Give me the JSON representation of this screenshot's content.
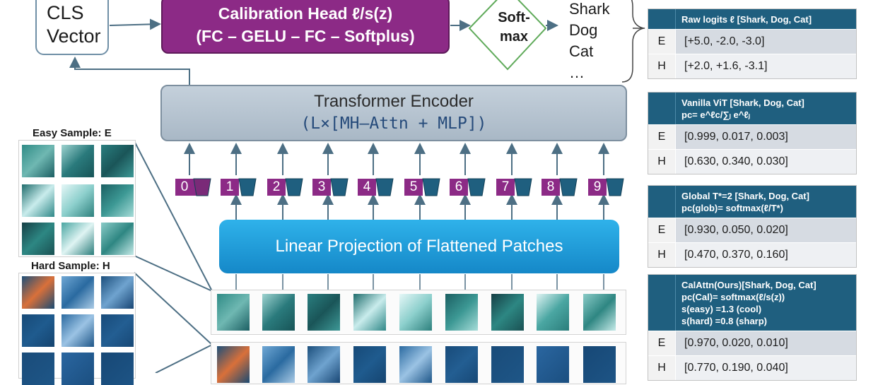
{
  "cls_box": {
    "line1": "CLS",
    "line2": "Vector"
  },
  "calibration_head": {
    "line1": "Calibration Head ℓ/s(z)",
    "line2": "(FC – GELU – FC – Softplus)"
  },
  "softmax": {
    "line1": "Soft-",
    "line2": "max"
  },
  "classes": [
    "Shark",
    "Dog",
    "Cat",
    "…"
  ],
  "encoder": {
    "title": "Transformer Encoder",
    "subtitle": "(L×[MH–Attn + MLP])"
  },
  "linear_projection": "Linear Projection of Flattened Patches",
  "tokens": [
    "0",
    "1",
    "2",
    "3",
    "4",
    "5",
    "6",
    "7",
    "8",
    "9"
  ],
  "cls_token_marker": "*",
  "easy_sample_label": "Easy Sample: E",
  "hard_sample_label": "Hard Sample: H",
  "tables": [
    {
      "header_line1": "Raw logits ℓ [Shark, Dog, Cat]",
      "rows": [
        {
          "key": "E",
          "value": "[+5.0, -2.0, -3.0]"
        },
        {
          "key": "H",
          "value": "[+2.0, +1.6, -3.1]"
        }
      ]
    },
    {
      "header_line1": "Vanilla ViT [Shark, Dog, Cat]",
      "header_line2": "pᴄ= e^ℓc/∑ⱼ e^ℓⱼ",
      "rows": [
        {
          "key": "E",
          "value": "[0.999, 0.017, 0.003]"
        },
        {
          "key": "H",
          "value": "[0.630, 0.340, 0.030]"
        }
      ]
    },
    {
      "header_line1": "Global T*=2  [Shark, Dog, Cat]",
      "header_line2": "pᴄ(glob)= softmax(ℓ/T*)",
      "rows": [
        {
          "key": "E",
          "value": "[0.930, 0.050, 0.020]"
        },
        {
          "key": "H",
          "value": "[0.470, 0.370, 0.160]"
        }
      ]
    },
    {
      "header_line1": "CalAttn(Ours)[Shark, Dog, Cat]",
      "header_line2": "pᴄ(Cal)= softmax(ℓ/s(z))",
      "header_line3": "s(easy) =1.3 (cool)",
      "header_line4": "s(hard) =0.8 (sharp)",
      "rows": [
        {
          "key": "E",
          "value": "[0.970, 0.020, 0.010]"
        },
        {
          "key": "H",
          "value": "[0.770, 0.190, 0.040]"
        }
      ]
    }
  ],
  "colors": {
    "calibration_head": "#8c2a86",
    "encoder": "#b6c3cf",
    "linear_projection": "#1f9ddc",
    "softmax_border": "#5faa5a",
    "table_header": "#1f5f7f",
    "arrow": "#4d6f84"
  }
}
